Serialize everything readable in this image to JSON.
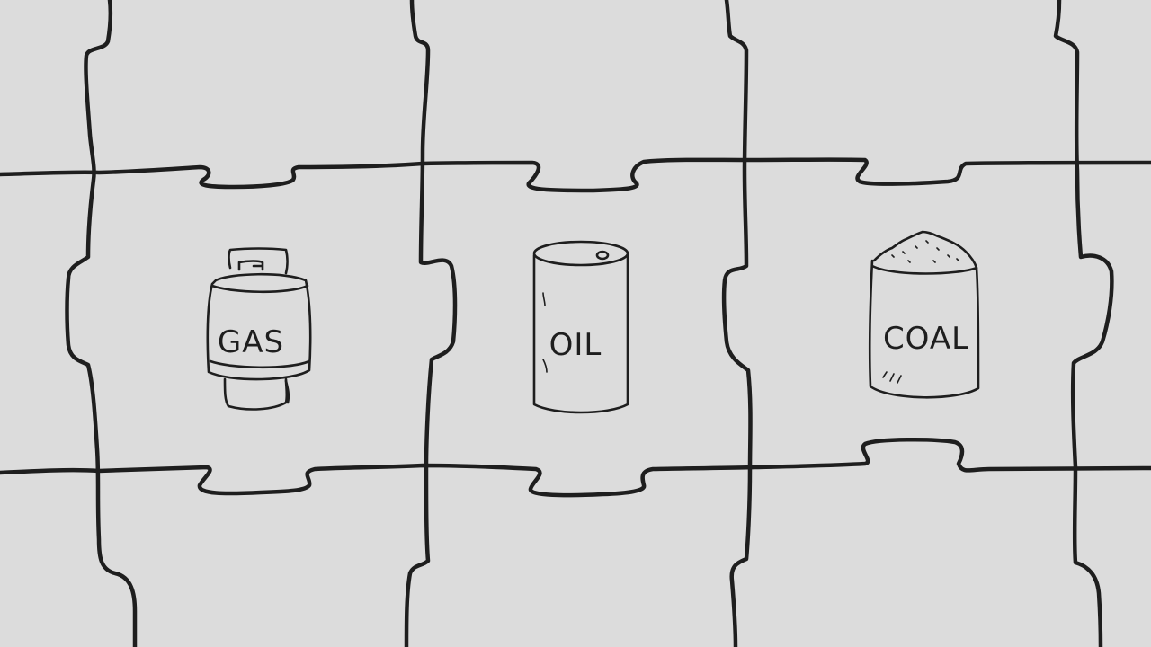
{
  "colors": {
    "background": "#dcdcdc",
    "ink": "#1e1e1e"
  },
  "pieces": [
    {
      "name": "gas",
      "label": "GAS",
      "icon": "gas-cylinder-icon"
    },
    {
      "name": "oil",
      "label": "OIL",
      "icon": "oil-barrel-icon"
    },
    {
      "name": "coal",
      "label": "COAL",
      "icon": "coal-bucket-icon"
    }
  ]
}
